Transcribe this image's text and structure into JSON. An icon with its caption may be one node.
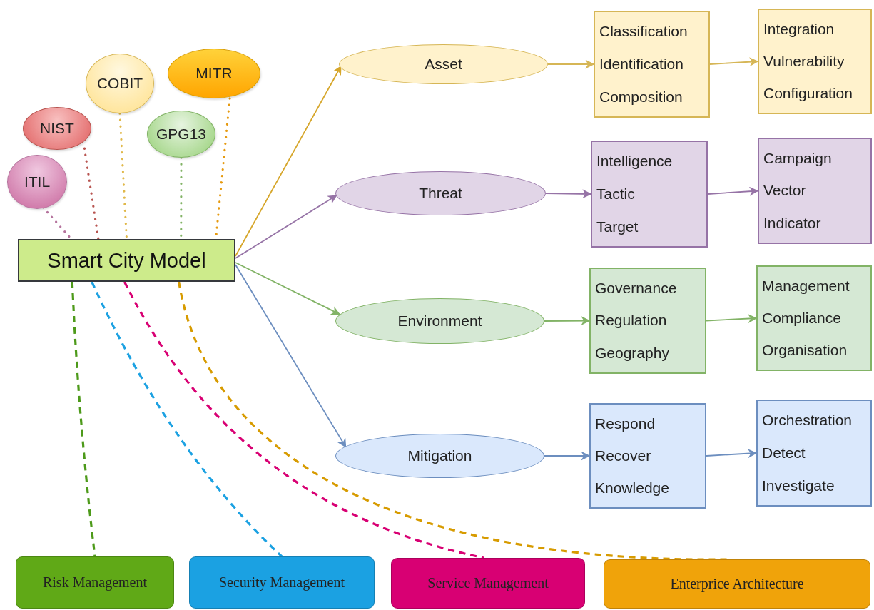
{
  "diagram": {
    "nodes": [
      {
        "text": [
          "Smart City Model"
        ]
      },
      {
        "text": [
          "ITIL"
        ]
      },
      {
        "text": [
          "NIST"
        ]
      },
      {
        "text": [
          "COBIT"
        ]
      },
      {
        "text": [
          "GPG13"
        ]
      },
      {
        "text": [
          "MITR"
        ]
      },
      {
        "text": [
          "Asset"
        ]
      },
      {
        "text": [
          "Classification",
          "Identification",
          "Composition"
        ]
      },
      {
        "text": [
          "Integration",
          "Vulnerability",
          "Configuration"
        ]
      },
      {
        "text": [
          "Threat"
        ]
      },
      {
        "text": [
          "Intelligence",
          "Tactic",
          "Target"
        ]
      },
      {
        "text": [
          "Campaign",
          "Vector",
          "Indicator"
        ]
      },
      {
        "text": [
          "Environment"
        ]
      },
      {
        "text": [
          "Governance",
          "Regulation",
          "Geography"
        ]
      },
      {
        "text": [
          "Management",
          "Compliance",
          "Organisation"
        ]
      },
      {
        "text": [
          "Mitigation"
        ]
      },
      {
        "text": [
          "Respond",
          "Recover",
          "Knowledge"
        ]
      },
      {
        "text": [
          "Orchestration",
          "Detect",
          "Investigate"
        ]
      },
      {
        "text": [
          "Risk Management"
        ]
      },
      {
        "text": [
          "Security Management"
        ]
      },
      {
        "text": [
          "Service Management"
        ]
      },
      {
        "text": [
          "Enterprice Architecture"
        ]
      }
    ],
    "edges": [
      {
        "from": 1,
        "to": 0,
        "arrow": "none",
        "style": "dashed",
        "color": "#b5739d"
      },
      {
        "from": 2,
        "to": 0,
        "arrow": "none",
        "style": "dashed",
        "color": "#b85450"
      },
      {
        "from": 3,
        "to": 0,
        "arrow": "none",
        "style": "dashed",
        "color": "#e0b84a"
      },
      {
        "from": 4,
        "to": 0,
        "arrow": "none",
        "style": "dashed",
        "color": "#82b366"
      },
      {
        "from": 5,
        "to": 0,
        "arrow": "none",
        "style": "dashed",
        "color": "#e69a10"
      },
      {
        "from": 0,
        "to": 6,
        "arrow": "to",
        "color": "#d6a62a"
      },
      {
        "from": 6,
        "to": 7,
        "arrow": "to",
        "color": "#d6b656"
      },
      {
        "from": 7,
        "to": 8,
        "arrow": "to",
        "color": "#d6b656"
      },
      {
        "from": 0,
        "to": 9,
        "arrow": "to",
        "color": "#9673a6"
      },
      {
        "from": 9,
        "to": 10,
        "arrow": "to",
        "color": "#9673a6"
      },
      {
        "from": 10,
        "to": 11,
        "arrow": "to",
        "color": "#9673a6"
      },
      {
        "from": 0,
        "to": 12,
        "arrow": "to",
        "color": "#82b366"
      },
      {
        "from": 12,
        "to": 13,
        "arrow": "to",
        "color": "#82b366"
      },
      {
        "from": 13,
        "to": 14,
        "arrow": "to",
        "color": "#82b366"
      },
      {
        "from": 0,
        "to": 15,
        "arrow": "to",
        "color": "#6c8ebf"
      },
      {
        "from": 15,
        "to": 16,
        "arrow": "to",
        "color": "#6c8ebf"
      },
      {
        "from": 16,
        "to": 17,
        "arrow": "to",
        "color": "#6c8ebf"
      },
      {
        "from": 0,
        "to": 18,
        "arrow": "none",
        "style": "dashed",
        "color": "#4d9a1a"
      },
      {
        "from": 0,
        "to": 19,
        "arrow": "none",
        "style": "dashed",
        "color": "#1ba1e2"
      },
      {
        "from": 0,
        "to": 20,
        "arrow": "none",
        "style": "dashed",
        "color": "#d80073"
      },
      {
        "from": 0,
        "to": 21,
        "arrow": "none",
        "style": "dashed",
        "color": "#d79b00"
      }
    ]
  }
}
